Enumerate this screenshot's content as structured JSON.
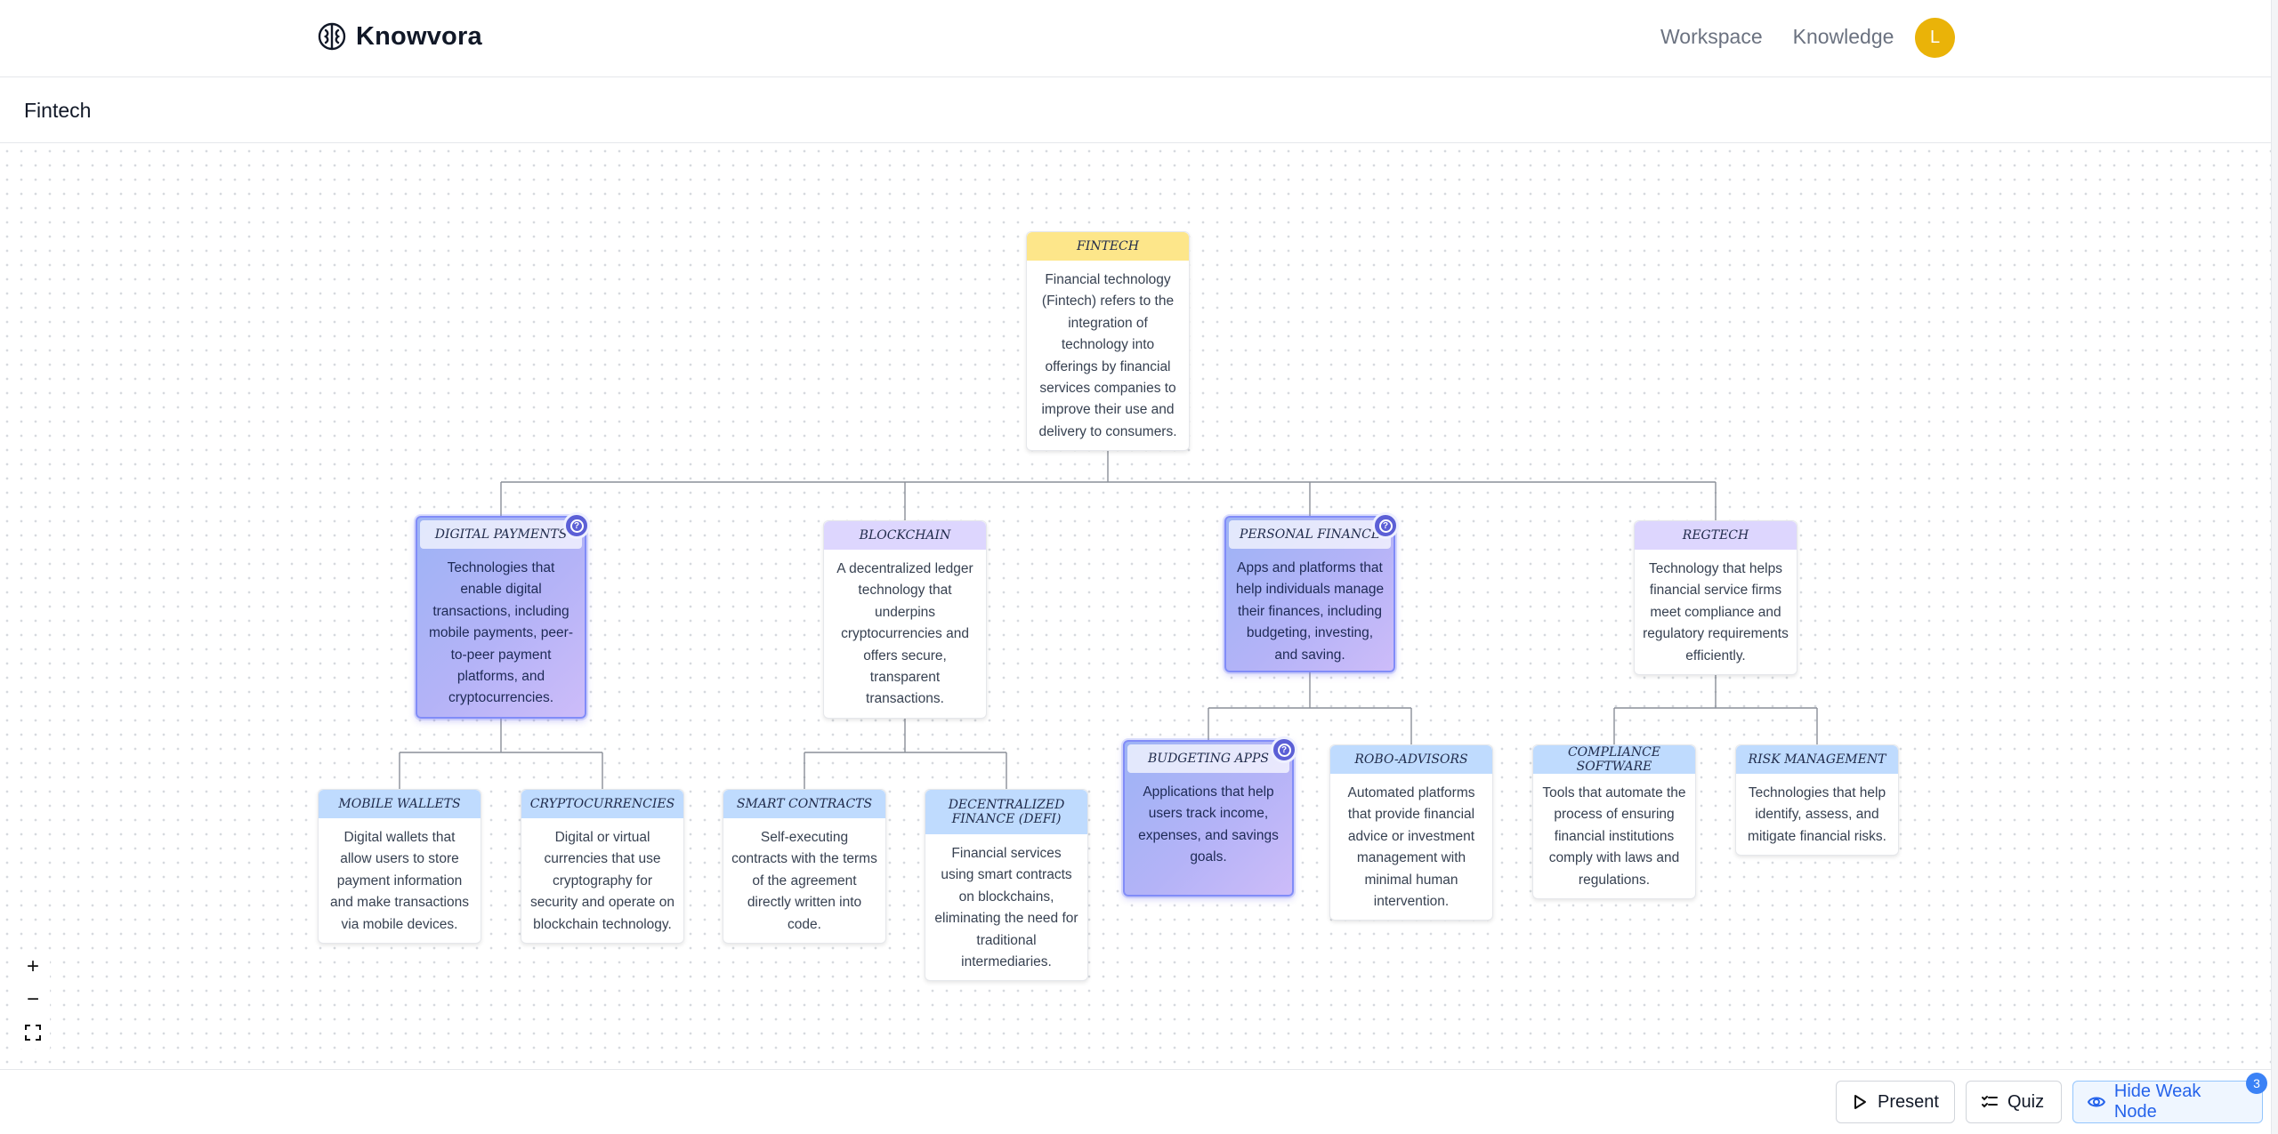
{
  "app": {
    "name": "Knowvora"
  },
  "nav": {
    "workspace": "Workspace",
    "knowledge": "Knowledge"
  },
  "user": {
    "avatar_initial": "L",
    "avatar_color": "#eab308"
  },
  "document": {
    "title": "Fintech"
  },
  "mindmap": {
    "root": {
      "title": "Fintech",
      "text": "Financial technology (Fintech) refers to the integration of technology into offerings by financial services companies to improve their use and delivery to consumers."
    },
    "digital_payments": {
      "title": "Digital Payments",
      "text": "Technologies that enable digital transactions, including mobile payments, peer-to-peer payment platforms, and cryptocurrencies.",
      "weak": true
    },
    "blockchain": {
      "title": "Blockchain",
      "text": "A decentralized ledger technology that underpins cryptocurrencies and offers secure, transparent transactions."
    },
    "personal_finance": {
      "title": "Personal Finance",
      "text": "Apps and platforms that help individuals manage their finances, including budgeting, investing, and saving.",
      "weak": true
    },
    "regtech": {
      "title": "Regtech",
      "text": "Technology that helps financial service firms meet compliance and regulatory requirements efficiently."
    },
    "mobile_wallets": {
      "title": "Mobile Wallets",
      "text": "Digital wallets that allow users to store payment information and make transactions via mobile devices."
    },
    "cryptocurrencies": {
      "title": "Cryptocurrencies",
      "text": "Digital or virtual currencies that use cryptography for security and operate on blockchain technology."
    },
    "smart_contracts": {
      "title": "Smart Contracts",
      "text": "Self-executing contracts with the terms of the agreement directly written into code."
    },
    "defi": {
      "title": "Decentralized Finance (DeFi)",
      "text": "Financial services using smart contracts on blockchains, eliminating the need for traditional intermediaries."
    },
    "budgeting_apps": {
      "title": "Budgeting Apps",
      "text": "Applications that help users track income, expenses, and savings goals.",
      "weak": true
    },
    "robo_advisors": {
      "title": "Robo-Advisors",
      "text": "Automated platforms that provide financial advice or investment management with minimal human intervention."
    },
    "compliance_software": {
      "title": "Compliance Software",
      "text": "Tools that automate the process of ensuring financial institutions comply with laws and regulations."
    },
    "risk_management": {
      "title": "Risk Management",
      "text": "Technologies that help identify, assess, and mitigate financial risks."
    }
  },
  "zoom": {
    "in": "+",
    "out": "−",
    "fit": "⛶"
  },
  "footer": {
    "present_label": "Present",
    "quiz_label": "Quiz",
    "hide_weak_label": "Hide Weak Node",
    "weak_count": "3"
  }
}
